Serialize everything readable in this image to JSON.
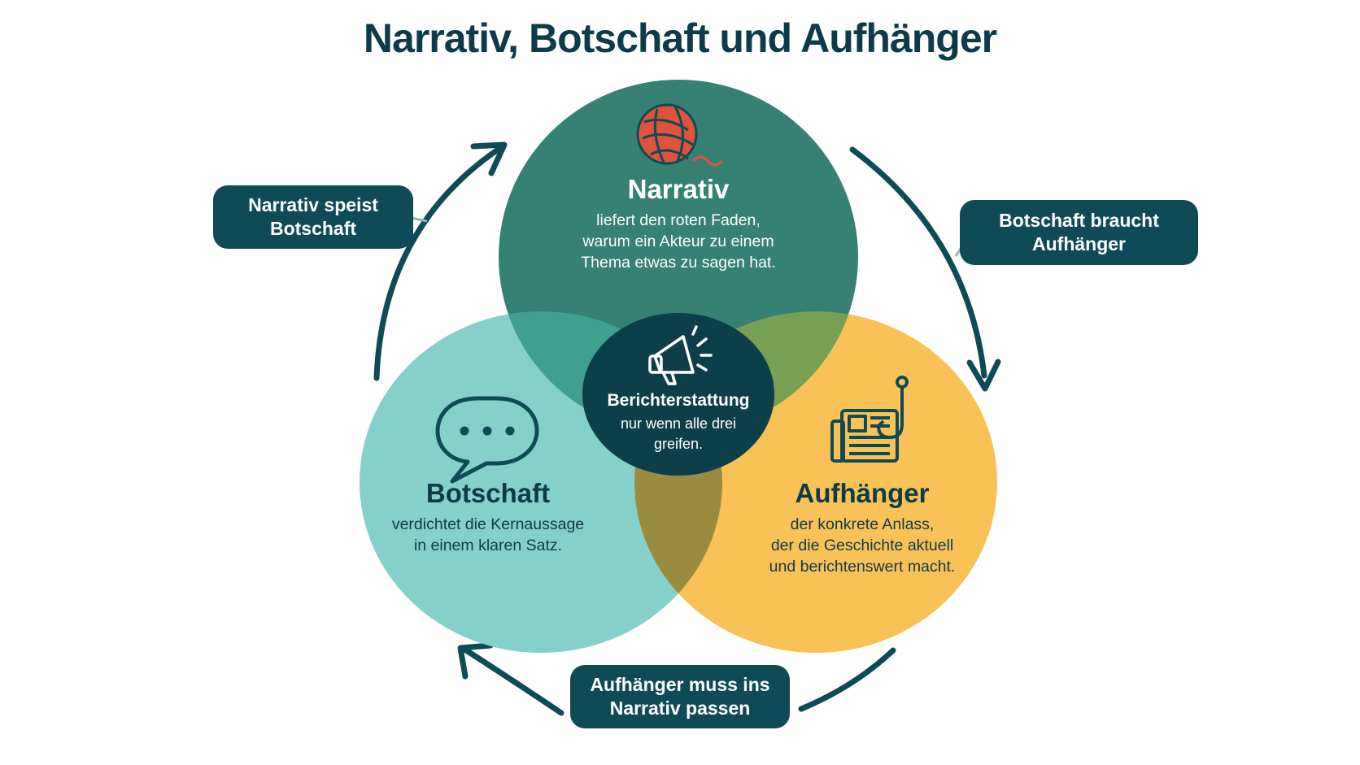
{
  "title": "Narrativ, Botschaft und Aufhänger",
  "colors": {
    "dark_navy": "#0f4a57",
    "narrativ_green": "#1a7060",
    "botschaft_teal": "#86d0cc",
    "aufhaenger_yellow": "#f9c257",
    "center_dark": "#0d3f4a",
    "yarn_red": "#e0533b"
  },
  "circles": {
    "narrativ": {
      "icon": "yarn-ball-icon",
      "heading": "Narrativ",
      "lines": [
        "liefert den roten Faden,",
        "warum ein Akteur zu einem",
        "Thema etwas zu sagen hat."
      ]
    },
    "botschaft": {
      "icon": "speech-bubble-icon",
      "heading": "Botschaft",
      "lines": [
        "verdichtet die Kernaussage",
        "in einem klaren Satz."
      ]
    },
    "aufhaenger": {
      "icon": "newspaper-hook-icon",
      "heading": "Aufhänger",
      "lines": [
        "der konkrete Anlass,",
        "der die Geschichte aktuell",
        "und berichtenswert macht."
      ]
    }
  },
  "center": {
    "icon": "megaphone-icon",
    "heading": "Berichterstattung",
    "lines": [
      "nur wenn alle drei",
      "greifen."
    ]
  },
  "labels": {
    "left": [
      "Narrativ speist",
      "Botschaft"
    ],
    "right": [
      "Botschaft braucht",
      "Aufhänger"
    ],
    "bottom": [
      "Aufhänger muss ins",
      "Narrativ passen"
    ]
  }
}
